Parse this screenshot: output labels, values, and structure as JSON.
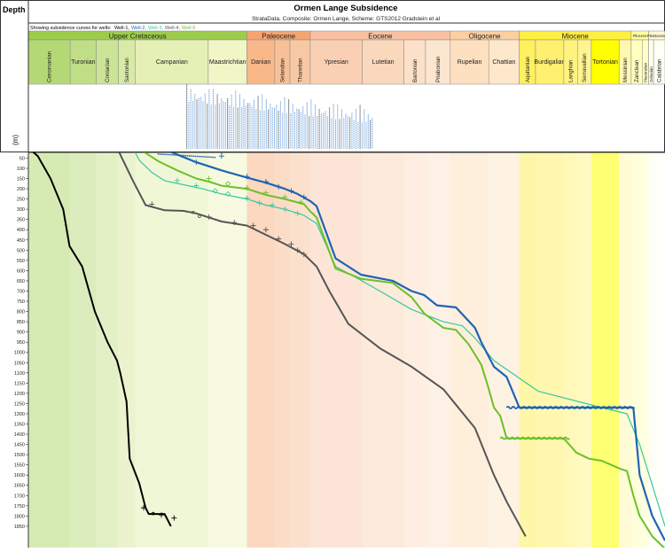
{
  "header": {
    "depth_label": "Depth",
    "title": "Ormen Lange Subsidence",
    "subtitle": "StrataData, Composite: Ormen Lange, Scheme: GTS2012 Gradstein et al",
    "wells_prefix": "Showing subsidence curves for  wells:",
    "wells": [
      {
        "name": "Well-1,",
        "color": "#000000"
      },
      {
        "name": "Well-2,",
        "color": "#1f64b4"
      },
      {
        "name": "Well-3,",
        "color": "#36c8a0"
      },
      {
        "name": "Well-4,",
        "color": "#555555"
      },
      {
        "name": "Well-5",
        "color": "#6cc02a"
      }
    ],
    "unit_label": "(m)"
  },
  "chart_data": {
    "type": "line",
    "title": "Ormen Lange Subsidence",
    "ylabel": "Depth (m)",
    "y_inverted": true,
    "ylim": [
      0,
      1900
    ],
    "y_ticks": [
      50,
      100,
      150,
      200,
      250,
      300,
      350,
      400,
      450,
      500,
      550,
      600,
      650,
      700,
      750,
      800,
      850,
      900,
      950,
      1000,
      1050,
      1100,
      1150,
      1200,
      1250,
      1300,
      1350,
      1400,
      1450,
      1500,
      1550,
      1600,
      1650,
      1700,
      1750,
      1800,
      1850
    ],
    "xlim": [
      100.5,
      0
    ],
    "x_unit": "Ma",
    "periods": [
      {
        "name": "Upper Cretaceous",
        "start": 100.5,
        "end": 66.0,
        "color": "#9ccc4a"
      },
      {
        "name": "Paleocene",
        "start": 66.0,
        "end": 56.0,
        "color": "#f5a470"
      },
      {
        "name": "Eocene",
        "start": 56.0,
        "end": 33.9,
        "color": "#f8c0a0"
      },
      {
        "name": "Oligocene",
        "start": 33.9,
        "end": 23.03,
        "color": "#fbcfa0"
      },
      {
        "name": "Miocene",
        "start": 23.03,
        "end": 5.33,
        "color": "#ffef40"
      },
      {
        "name": "Pliocene",
        "start": 5.33,
        "end": 2.58,
        "color": "#ffffa0"
      },
      {
        "name": "Pleistocene",
        "start": 2.58,
        "end": 0.0,
        "color": "#fff8d0"
      }
    ],
    "stages": [
      {
        "name": "Cenomanian",
        "start": 100.5,
        "end": 93.9,
        "color": "#b4d876",
        "rot": true
      },
      {
        "name": "Turonian",
        "start": 93.9,
        "end": 89.8,
        "color": "#c0de86",
        "rot": false
      },
      {
        "name": "Coniacian",
        "start": 89.8,
        "end": 86.3,
        "color": "#cce496",
        "rot": true
      },
      {
        "name": "Santonian",
        "start": 86.3,
        "end": 83.6,
        "color": "#d8eaa6",
        "rot": true
      },
      {
        "name": "Campanian",
        "start": 83.6,
        "end": 72.1,
        "color": "#e4f0b6",
        "rot": false
      },
      {
        "name": "Maastrichtian",
        "start": 72.1,
        "end": 66.0,
        "color": "#f0f6c6",
        "rot": false
      },
      {
        "name": "Danian",
        "start": 66.0,
        "end": 61.6,
        "color": "#f8b88a",
        "rot": false
      },
      {
        "name": "Selandian",
        "start": 61.6,
        "end": 59.2,
        "color": "#f8c098",
        "rot": true
      },
      {
        "name": "Thanetian",
        "start": 59.2,
        "end": 56.0,
        "color": "#f8c8a4",
        "rot": true
      },
      {
        "name": "Ypresian",
        "start": 56.0,
        "end": 47.8,
        "color": "#fad0b4",
        "rot": false
      },
      {
        "name": "Lutetian",
        "start": 47.8,
        "end": 41.2,
        "color": "#fad8bc",
        "rot": false
      },
      {
        "name": "Bartonian",
        "start": 41.2,
        "end": 37.8,
        "color": "#fce0c8",
        "rot": true
      },
      {
        "name": "Priabonian",
        "start": 37.8,
        "end": 33.9,
        "color": "#fce6d0",
        "rot": true
      },
      {
        "name": "Rupelian",
        "start": 33.9,
        "end": 27.82,
        "color": "#fde0c0",
        "rot": false
      },
      {
        "name": "Chattian",
        "start": 27.82,
        "end": 23.03,
        "color": "#fde8cc",
        "rot": false
      },
      {
        "name": "Aquitanian",
        "start": 23.03,
        "end": 20.44,
        "color": "#fff060",
        "rot": true
      },
      {
        "name": "Burdigalian",
        "start": 20.44,
        "end": 15.97,
        "color": "#fff070",
        "rot": false
      },
      {
        "name": "Langhian",
        "start": 15.97,
        "end": 13.82,
        "color": "#fff280",
        "rot": true
      },
      {
        "name": "Serravallian",
        "start": 13.82,
        "end": 11.63,
        "color": "#fff490",
        "rot": true
      },
      {
        "name": "Tortonian",
        "start": 11.63,
        "end": 7.25,
        "color": "#ffff00",
        "rot": false
      },
      {
        "name": "Messinian",
        "start": 7.25,
        "end": 5.33,
        "color": "#fff8b0",
        "rot": true
      },
      {
        "name": "Zanclean",
        "start": 5.33,
        "end": 3.6,
        "color": "#ffffc0",
        "rot": true
      },
      {
        "name": "Piacenzian",
        "start": 3.6,
        "end": 2.58,
        "color": "#ffffc8",
        "rot": true
      },
      {
        "name": "Gelasian",
        "start": 2.58,
        "end": 1.8,
        "color": "#fffff0",
        "rot": true
      },
      {
        "name": "Calabrian",
        "start": 1.8,
        "end": 0.0,
        "color": "#fffff4",
        "rot": true
      }
    ],
    "series": [
      {
        "name": "Well-1",
        "color": "#000000",
        "width": 2,
        "x": [
          100.5,
          99,
          97,
          95,
          94,
          92,
          90,
          88,
          86.5,
          86,
          85,
          84.5,
          83,
          82,
          81.5,
          80,
          79,
          78.5,
          78
        ],
        "y": [
          0,
          40,
          150,
          300,
          480,
          580,
          800,
          950,
          1040,
          1100,
          1240,
          1520,
          1640,
          1760,
          1790,
          1790,
          1790,
          1820,
          1850
        ]
      },
      {
        "name": "Well-4",
        "color": "#555555",
        "width": 2,
        "x": [
          86.5,
          84,
          82,
          79,
          76,
          74,
          72,
          70,
          66,
          62,
          60,
          57,
          55,
          53,
          50,
          45,
          40,
          35,
          30,
          27,
          25,
          22
        ],
        "y": [
          0,
          160,
          280,
          305,
          308,
          320,
          340,
          360,
          380,
          440,
          470,
          520,
          580,
          700,
          860,
          980,
          1070,
          1180,
          1370,
          1600,
          1730,
          1900
        ]
      },
      {
        "name": "Well-3",
        "color": "#36c8a0",
        "width": 1.2,
        "x": [
          84,
          83,
          81,
          79,
          76,
          73,
          70,
          66,
          63,
          60,
          57,
          55,
          52,
          49,
          45,
          40,
          35,
          32,
          30,
          27,
          20,
          10,
          6,
          4,
          2,
          0
        ],
        "y": [
          0,
          60,
          120,
          160,
          180,
          200,
          225,
          250,
          280,
          300,
          330,
          370,
          580,
          630,
          700,
          790,
          850,
          870,
          930,
          1040,
          1190,
          1270,
          1300,
          1450,
          1650,
          1850
        ]
      },
      {
        "name": "Well-5",
        "color": "#6cc02a",
        "width": 2,
        "x": [
          83,
          82,
          80,
          79,
          77,
          74,
          72,
          70,
          66,
          63,
          60,
          57,
          56,
          55,
          52,
          48,
          43,
          40,
          38,
          35,
          33,
          31,
          29,
          28,
          27,
          26,
          25,
          23,
          21,
          20,
          18,
          16,
          14,
          12,
          10,
          7,
          6,
          5,
          4,
          2,
          0
        ],
        "y": [
          0,
          25,
          65,
          80,
          110,
          150,
          165,
          185,
          200,
          230,
          250,
          275,
          310,
          340,
          590,
          640,
          660,
          730,
          810,
          880,
          890,
          960,
          1060,
          1160,
          1270,
          1310,
          1420,
          1420,
          1420,
          1420,
          1420,
          1420,
          1490,
          1520,
          1530,
          1570,
          1580,
          1700,
          1800,
          1900,
          1960
        ]
      },
      {
        "name": "Well-2",
        "color": "#1f64b4",
        "width": 2.2,
        "x": [
          80,
          78,
          76,
          74,
          72,
          70,
          66,
          63,
          60,
          58,
          56,
          55,
          52,
          48,
          43,
          40,
          38,
          36,
          33,
          30,
          29,
          27,
          25,
          23,
          20,
          16,
          12,
          8,
          6,
          5,
          4,
          2,
          0
        ],
        "y": [
          0,
          20,
          45,
          70,
          90,
          110,
          145,
          170,
          200,
          225,
          260,
          285,
          540,
          620,
          650,
          700,
          720,
          770,
          780,
          880,
          950,
          1070,
          1120,
          1270,
          1270,
          1270,
          1270,
          1270,
          1270,
          1270,
          1600,
          1800,
          1920
        ]
      }
    ],
    "wavy_segments": [
      {
        "series": "Well-2",
        "x0": 25,
        "x1": 5.5,
        "y": 1270
      },
      {
        "series": "Well-5",
        "x0": 26,
        "x1": 15.5,
        "y": 1420
      }
    ],
    "markers": [
      {
        "series": "Well-1",
        "symbol": "plus",
        "x": 79.5,
        "y": 1795
      },
      {
        "series": "Well-1",
        "symbol": "plus",
        "x": 82.3,
        "y": 1760
      },
      {
        "series": "Well-1",
        "symbol": "dot",
        "x": 80.8,
        "y": 1788
      },
      {
        "series": "Well-1",
        "symbol": "plus",
        "x": 77.5,
        "y": 1810
      },
      {
        "series": "Well-4",
        "symbol": "plus",
        "x": 81,
        "y": 275
      },
      {
        "series": "Well-4",
        "symbol": "dot",
        "x": 74.5,
        "y": 315
      },
      {
        "series": "Well-4",
        "symbol": "dot",
        "x": 73.5,
        "y": 335
      },
      {
        "series": "Well-4",
        "symbol": "plus",
        "x": 72,
        "y": 338
      },
      {
        "series": "Well-4",
        "symbol": "plus",
        "x": 68,
        "y": 365
      },
      {
        "series": "Well-4",
        "symbol": "plus",
        "x": 65,
        "y": 380
      },
      {
        "series": "Well-4",
        "symbol": "plus",
        "x": 63,
        "y": 400
      },
      {
        "series": "Well-4",
        "symbol": "plus",
        "x": 61,
        "y": 445
      },
      {
        "series": "Well-4",
        "symbol": "plus",
        "x": 59,
        "y": 470
      },
      {
        "series": "Well-4",
        "symbol": "plus",
        "x": 58,
        "y": 500
      },
      {
        "series": "Well-4",
        "symbol": "plus",
        "x": 57,
        "y": 520
      },
      {
        "series": "Well-3",
        "symbol": "plus",
        "x": 77,
        "y": 160
      },
      {
        "series": "Well-3",
        "symbol": "plus",
        "x": 74,
        "y": 185
      },
      {
        "series": "Well-3",
        "symbol": "diamond",
        "x": 71,
        "y": 210
      },
      {
        "series": "Well-3",
        "symbol": "diamond",
        "x": 69,
        "y": 225
      },
      {
        "series": "Well-3",
        "symbol": "plus",
        "x": 66,
        "y": 245
      },
      {
        "series": "Well-3",
        "symbol": "plus",
        "x": 64,
        "y": 270
      },
      {
        "series": "Well-3",
        "symbol": "plus",
        "x": 62,
        "y": 280
      },
      {
        "series": "Well-3",
        "symbol": "plus",
        "x": 60,
        "y": 300
      },
      {
        "series": "Well-3",
        "symbol": "plus",
        "x": 58,
        "y": 320
      },
      {
        "series": "Well-5",
        "symbol": "plus",
        "x": 72,
        "y": 150
      },
      {
        "series": "Well-5",
        "symbol": "diamond",
        "x": 69,
        "y": 175
      },
      {
        "series": "Well-5",
        "symbol": "plus",
        "x": 66,
        "y": 195
      },
      {
        "series": "Well-5",
        "symbol": "plus",
        "x": 63,
        "y": 220
      },
      {
        "series": "Well-5",
        "symbol": "plus",
        "x": 60,
        "y": 240
      },
      {
        "series": "Well-5",
        "symbol": "plus",
        "x": 57.5,
        "y": 265
      },
      {
        "series": "Well-2",
        "symbol": "plus",
        "x": 74,
        "y": 70
      },
      {
        "series": "Well-2",
        "symbol": "plus",
        "x": 70,
        "y": 40
      },
      {
        "series": "Well-2",
        "symbol": "plus",
        "x": 70,
        "y": 20
      },
      {
        "series": "Well-2",
        "symbol": "plus",
        "x": 66,
        "y": 140
      },
      {
        "series": "Well-2",
        "symbol": "plus",
        "x": 63,
        "y": 165
      },
      {
        "series": "Well-2",
        "symbol": "plus",
        "x": 61,
        "y": 190
      },
      {
        "series": "Well-2",
        "symbol": "plus",
        "x": 59,
        "y": 210
      },
      {
        "series": "Well-2",
        "symbol": "plus",
        "x": 57,
        "y": 240
      }
    ],
    "blue_dot_row": {
      "x0": 80,
      "x1": 71,
      "y": 30
    }
  }
}
